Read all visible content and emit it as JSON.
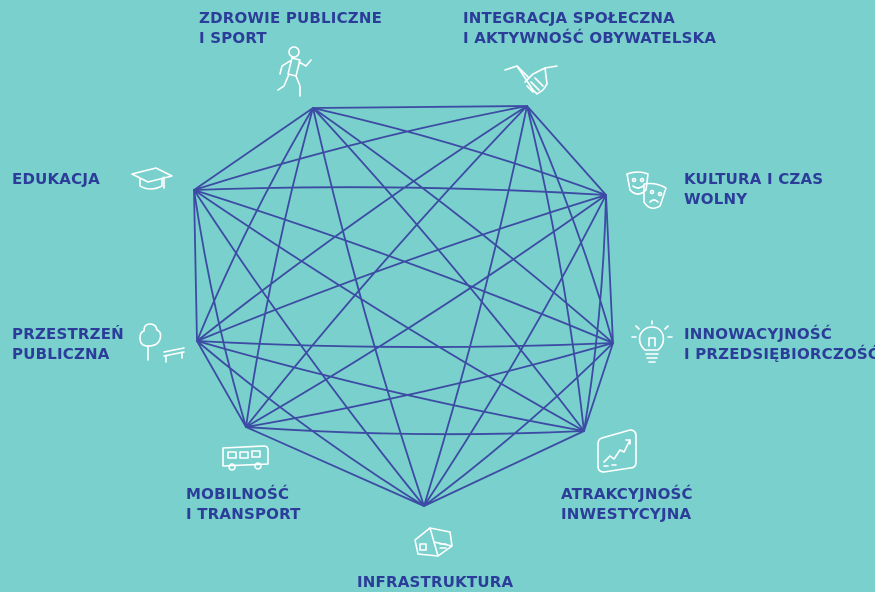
{
  "colors": {
    "background": "#79d0cc",
    "lines": "#3c4ba3",
    "text": "#2b3d98",
    "icons": "#ffffff"
  },
  "nodes": [
    {
      "id": "zdrowie",
      "lines": [
        "ZDROWIE PUBLICZNE",
        "I SPORT"
      ],
      "icon": "runner-icon"
    },
    {
      "id": "integracja",
      "lines": [
        "INTEGRACJA SPOŁECZNA",
        "I AKTYWNOŚĆ OBYWATELSKA"
      ],
      "icon": "handshake-icon"
    },
    {
      "id": "kultura",
      "lines": [
        "KULTURA I CZAS",
        "WOLNY"
      ],
      "icon": "theatre-masks-icon"
    },
    {
      "id": "innowacyjnosc",
      "lines": [
        "INNOWACYJNOŚĆ",
        "I PRZEDSIĘBIORCZOŚĆ"
      ],
      "icon": "lightbulb-icon"
    },
    {
      "id": "atrakcyjnosc",
      "lines": [
        "ATRAKCYJNOŚĆ",
        "INWESTYCYJNA"
      ],
      "icon": "growth-chart-icon"
    },
    {
      "id": "infrastruktura",
      "lines": [
        "INFRASTRUKTURA"
      ],
      "icon": "house-icon"
    },
    {
      "id": "mobilnosc",
      "lines": [
        "MOBILNOŚĆ",
        "I TRANSPORT"
      ],
      "icon": "bus-icon"
    },
    {
      "id": "przestrzen",
      "lines": [
        "PRZESTRZEŃ",
        "PUBLICZNA"
      ],
      "icon": "tree-bench-icon"
    },
    {
      "id": "edukacja",
      "lines": [
        "EDUKACJA"
      ],
      "icon": "graduation-cap-icon"
    }
  ],
  "connections": "all-to-all"
}
